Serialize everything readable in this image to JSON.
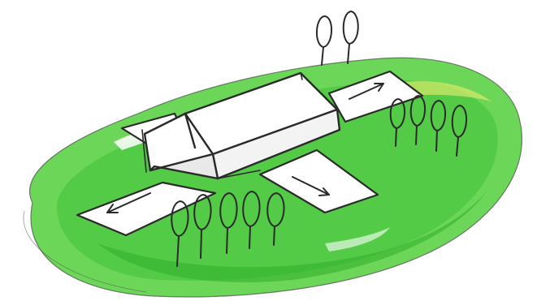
{
  "colors": {
    "paper": "#ffffff",
    "grass_light": "#7fdc6a",
    "grass_mid": "#4fca3e",
    "grass_dark": "#2fae2a",
    "accent_yellow": "#d9e86a",
    "ink": "#2a2a2a",
    "building_shadow": "#e9e9e9"
  },
  "icons": {
    "ground": "green-ground-island",
    "building": "central-building-block",
    "wings": "road-wing-arrows",
    "trees": "sketched-tree-clusters"
  }
}
